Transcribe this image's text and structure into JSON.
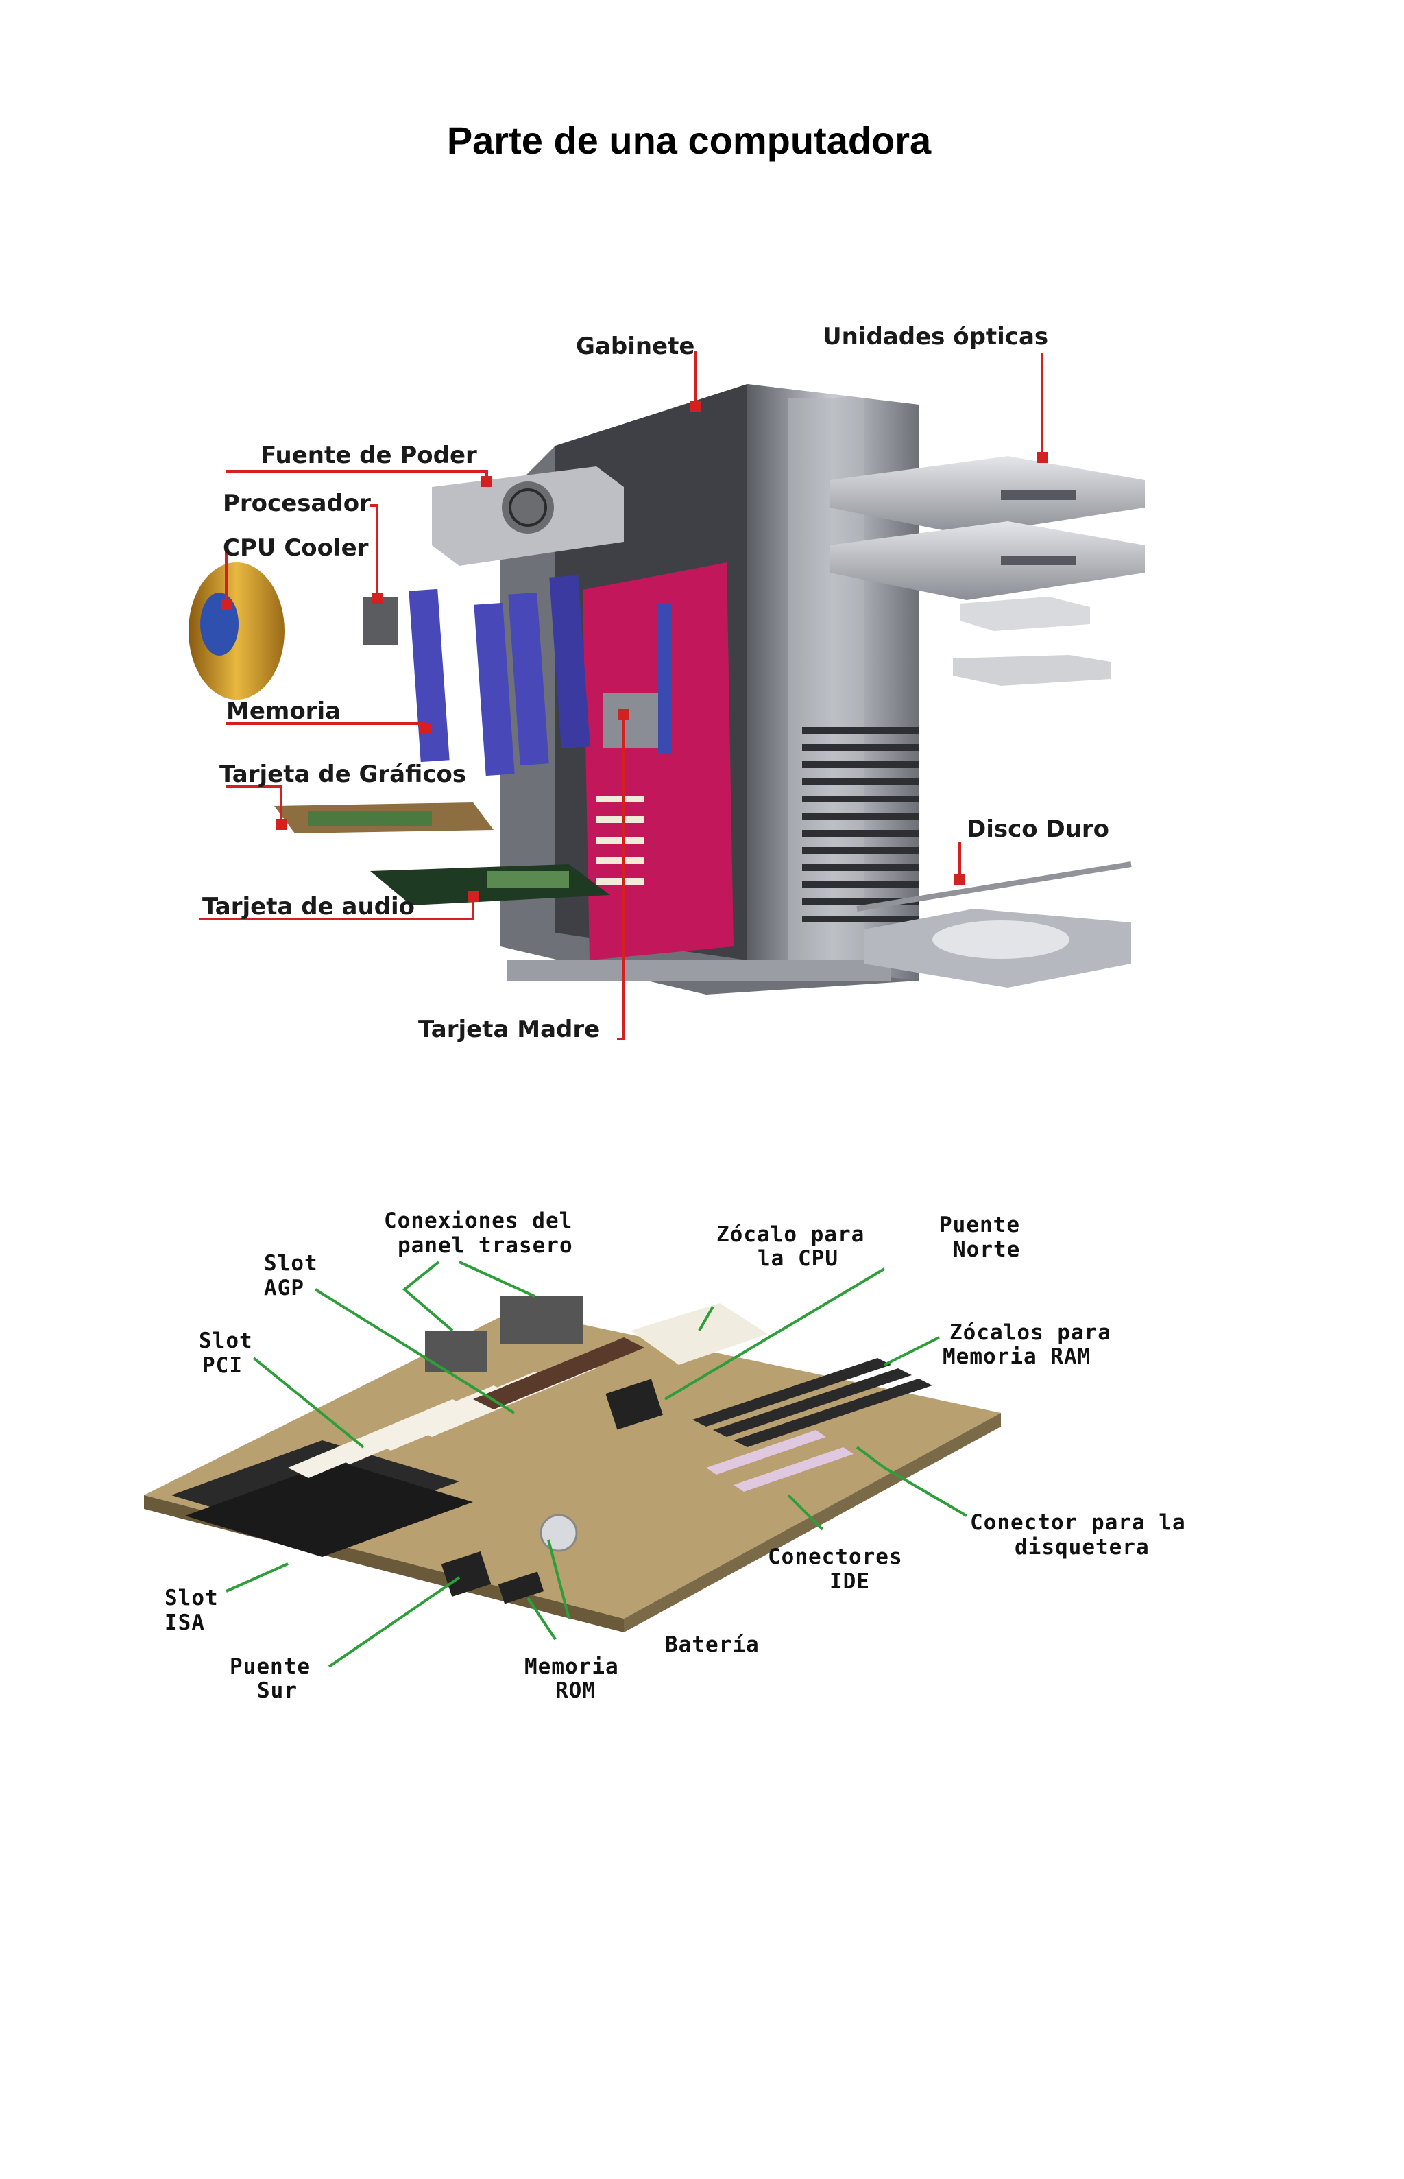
{
  "page": {
    "title": "Parte de una computadora"
  },
  "figure_pc": {
    "labels": {
      "gabinete": "Gabinete",
      "unidades_opticas": "Unidades ópticas",
      "fuente_poder": "Fuente de Poder",
      "procesador": "Procesador",
      "cpu_cooler": "CPU Cooler",
      "memoria": "Memoria",
      "tarjeta_graficos": "Tarjeta de Gráficos",
      "tarjeta_audio": "Tarjeta de audio",
      "disco_duro": "Disco Duro",
      "tarjeta_madre": "Tarjeta Madre"
    },
    "colors": {
      "pointer": "#d42020",
      "case": "#8c8f96",
      "motherboard": "#c2185b",
      "ram": "#4848b8"
    }
  },
  "figure_mb": {
    "labels": {
      "conexiones_l1": "Conexiones del",
      "conexiones_l2": "panel trasero",
      "zocalo_cpu_l1": "Zócalo para",
      "zocalo_cpu_l2": "la CPU",
      "puente_norte_l1": "Puente",
      "puente_norte_l2": "Norte",
      "slot_agp_l1": "Slot",
      "slot_agp_l2": "AGP",
      "slot_pci_l1": "Slot",
      "slot_pci_l2": "PCI",
      "zocalos_ram_l1": "Zócalos para",
      "zocalos_ram_l2": "Memoria RAM",
      "conector_disquetera_l1": "Conector para la",
      "conector_disquetera_l2": "disquetera",
      "conectores_ide_l1": "Conectores",
      "conectores_ide_l2": "IDE",
      "slot_isa_l1": "Slot",
      "slot_isa_l2": "ISA",
      "bateria": "Batería",
      "puente_sur_l1": "Puente",
      "puente_sur_l2": "Sur",
      "memoria_rom_l1": "Memoria",
      "memoria_rom_l2": "ROM"
    },
    "colors": {
      "pointer": "#2e9e3a",
      "board": "#b8a070",
      "slot_white": "#f4f0e6",
      "slot_dark": "#2a2a2a"
    }
  }
}
